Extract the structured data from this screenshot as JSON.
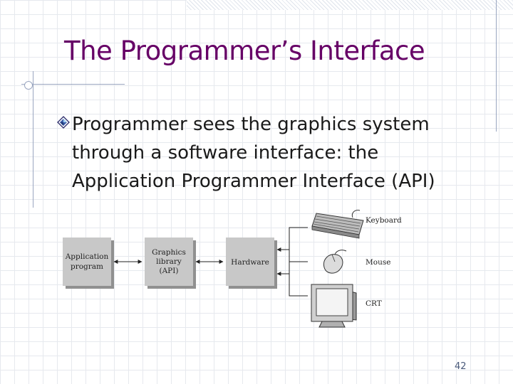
{
  "slide": {
    "title": "The Programmer’s Interface",
    "bullet": "Programmer sees the graphics system\nthrough a software interface: the\nApplication Programmer Interface (API)",
    "page_number": "42"
  },
  "diagram": {
    "app_box": [
      "Application",
      "program"
    ],
    "lib_box": [
      "Graphics",
      "library",
      "(API)"
    ],
    "hw_box": "Hardware",
    "devices": {
      "keyboard": "Keyboard",
      "mouse": "Mouse",
      "crt": "CRT"
    }
  },
  "colors": {
    "title": "#660066",
    "box_fill": "#c8c8c8",
    "decor_lines": "#9aa6c0"
  },
  "icons": [
    "diamond-bullet-icon",
    "keyboard-icon",
    "mouse-icon",
    "crt-monitor-icon"
  ]
}
